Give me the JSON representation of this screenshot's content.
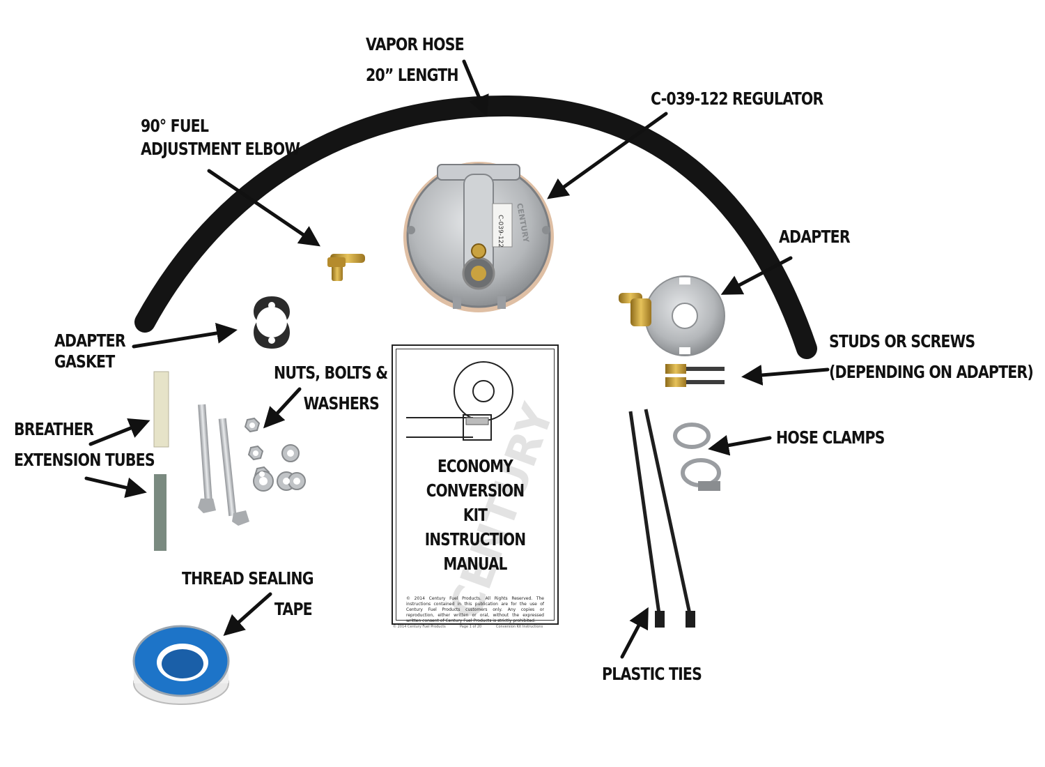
{
  "colors": {
    "hose": "#141414",
    "arrow": "#111111",
    "label": "#111111",
    "metal": "#b9bcbf",
    "brass": "#c9a240",
    "tape_blue": "#1d74c8"
  },
  "labels": {
    "vapor_hose": [
      "VAPOR HOSE",
      "20” LENGTH"
    ],
    "regulator": [
      "C-039-122 REGULATOR"
    ],
    "elbow": [
      "90° FUEL",
      "ADJUSTMENT ELBOW"
    ],
    "adapter": [
      "ADAPTER"
    ],
    "adapter_gasket": [
      "ADAPTER",
      "GASKET"
    ],
    "studs": [
      "STUDS OR SCREWS",
      "(DEPENDING ON ADAPTER)"
    ],
    "nuts_bolts": [
      "NUTS, BOLTS &",
      "WASHERS"
    ],
    "breather": [
      "BREATHER",
      "EXTENSION TUBES"
    ],
    "hose_clamps": [
      "HOSE CLAMPS"
    ],
    "thread_tape": [
      "THREAD SEALING",
      "TAPE"
    ],
    "plastic_ties": [
      "PLASTIC TIES"
    ]
  },
  "manual": {
    "title_lines": [
      "ECONOMY",
      "CONVERSION",
      "KIT",
      "INSTRUCTION",
      "MANUAL"
    ],
    "copyright": "© 2014 Century Fuel Products. All Rights Reserved. The instructions contained in this publication are for the use of Century Fuel Products customers only. Any copies or reproduction, either written or oral, without the expressed written consent of Century Fuel Products is strictly prohibited.",
    "footer_left": "© 2014 Century Fuel Products",
    "footer_mid": "Page 1 of 20",
    "footer_right": "Conversion Kit Instructions",
    "watermark": "CENTURY"
  },
  "regulator_stamp": "C-039-122",
  "regulator_brand": "CENTURY"
}
